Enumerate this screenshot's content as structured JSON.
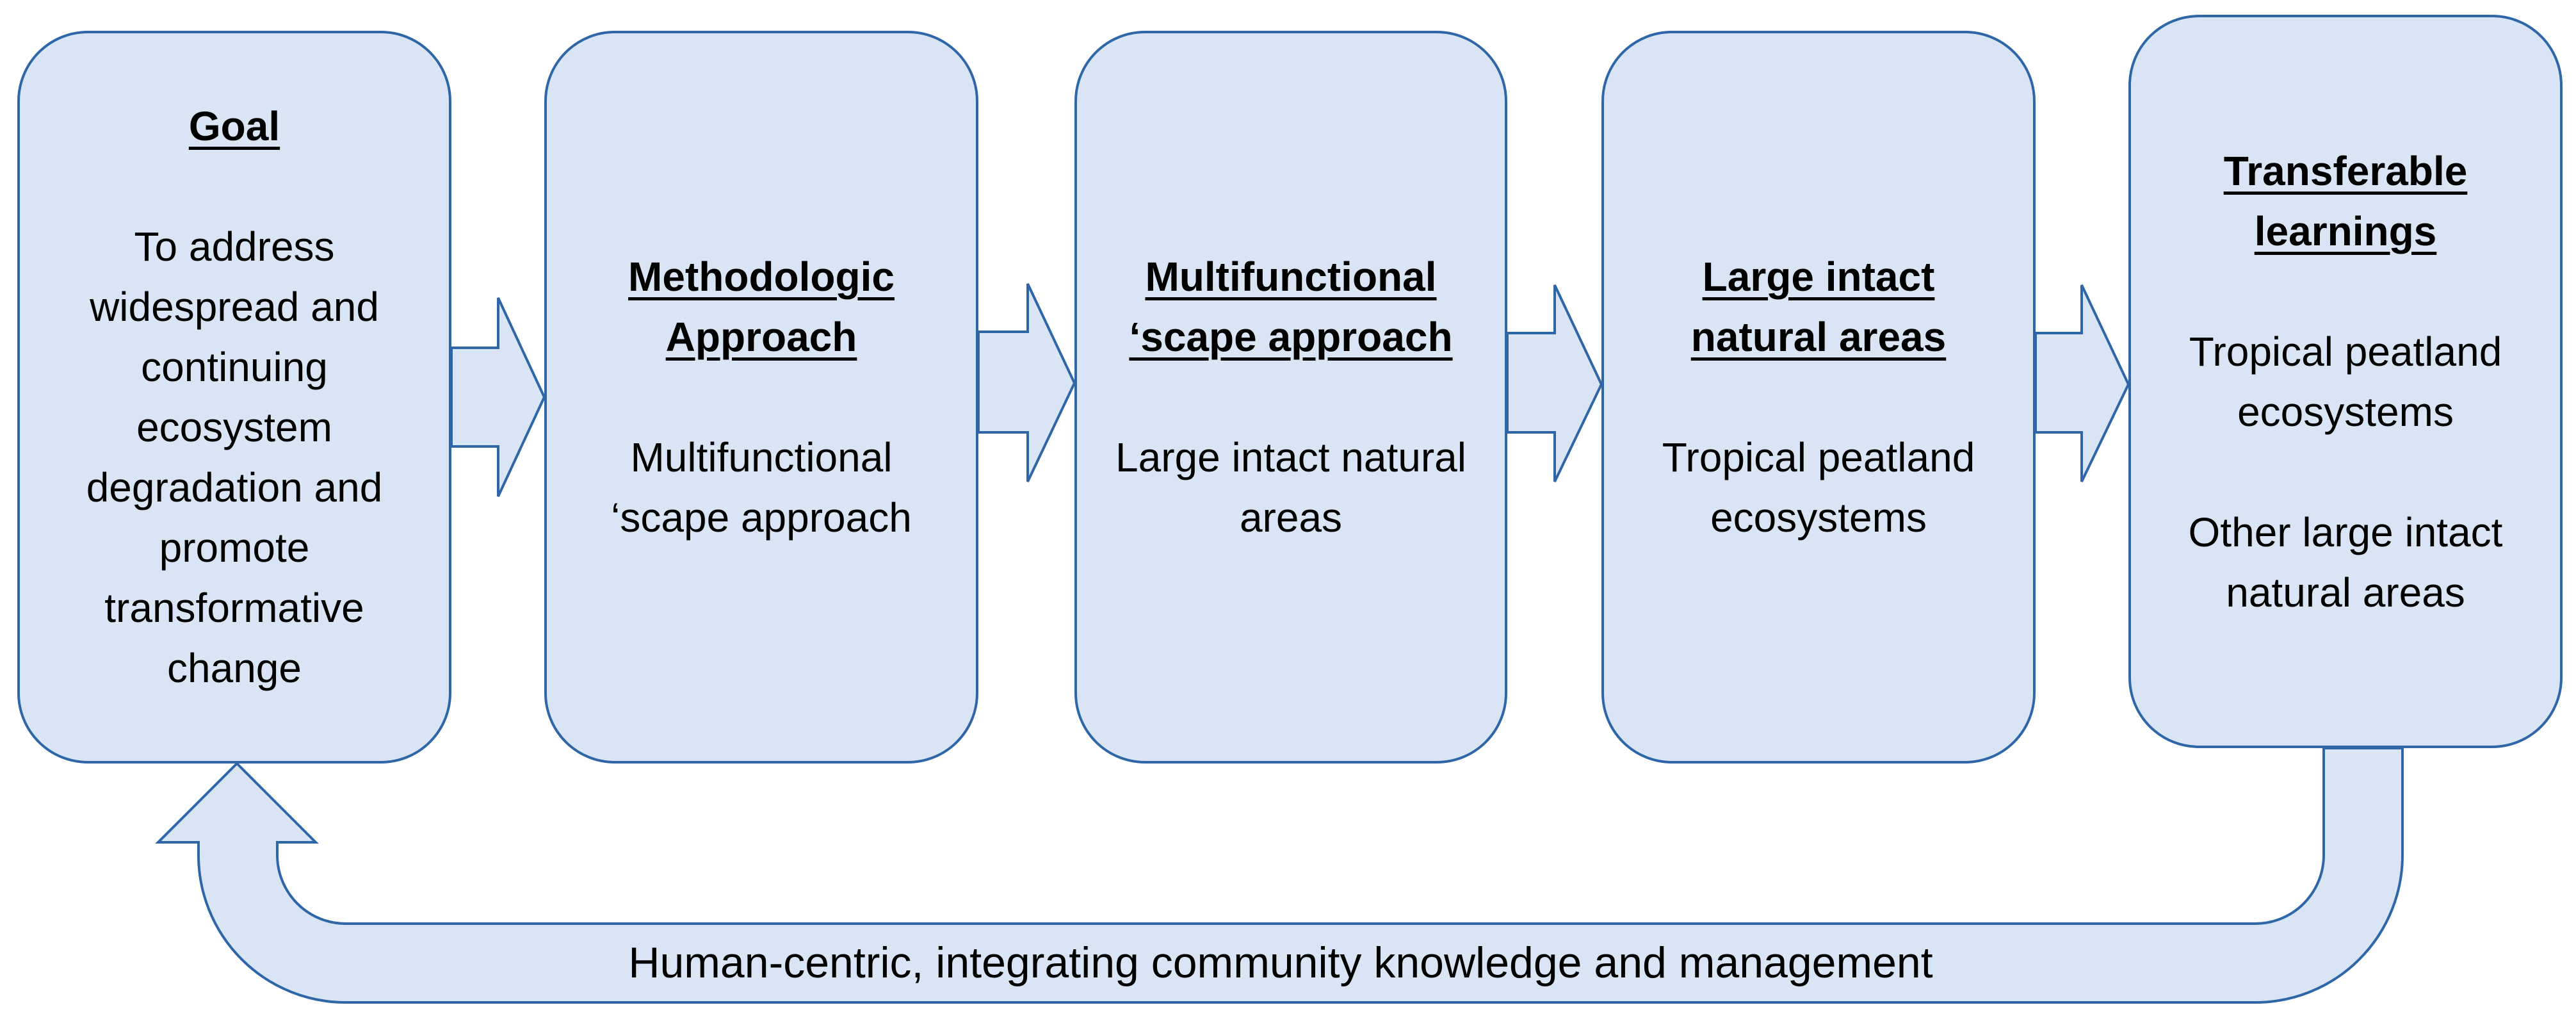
{
  "colors": {
    "box_fill": "#d9e5f4",
    "box_stroke": "#2e66a8",
    "text": "#000000"
  },
  "boxes": [
    {
      "title": "Goal",
      "body": "To address widespread and continuing ecosystem degradation and promote transformative change",
      "body_2": ""
    },
    {
      "title": "Methodologic Approach",
      "body": "Multifunctional ‘scape approach",
      "body_2": ""
    },
    {
      "title": "Multifunctional ‘scape approach",
      "body": "Large intact natural areas",
      "body_2": ""
    },
    {
      "title": "Large intact natural areas",
      "body": "Tropical peatland ecosystems",
      "body_2": ""
    },
    {
      "title": "Transferable learnings",
      "body": "Tropical peatland ecosystems",
      "body_2": "Other large intact natural areas"
    }
  ],
  "feedback_loop": {
    "label": "Human-centric, integrating community knowledge and management"
  }
}
